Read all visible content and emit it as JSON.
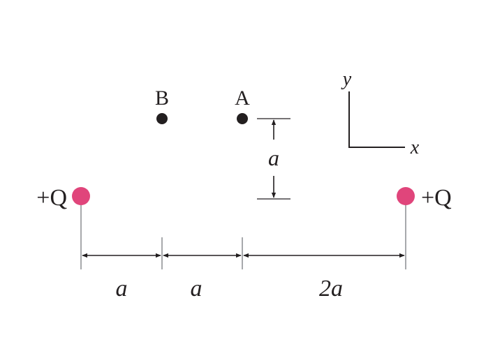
{
  "points": {
    "B": {
      "label": "B"
    },
    "A": {
      "label": "A"
    }
  },
  "charges": {
    "left": {
      "label": "+Q"
    },
    "right": {
      "label": "+Q"
    }
  },
  "dimensions": {
    "vertical": "a",
    "segment_1": "a",
    "segment_2": "a",
    "segment_3": "2a"
  },
  "axes": {
    "x_label": "x",
    "y_label": "y"
  },
  "colors": {
    "charge": "#e0457b",
    "point": "#231f20",
    "line": "#231f20",
    "guide": "#a7a9ac"
  }
}
